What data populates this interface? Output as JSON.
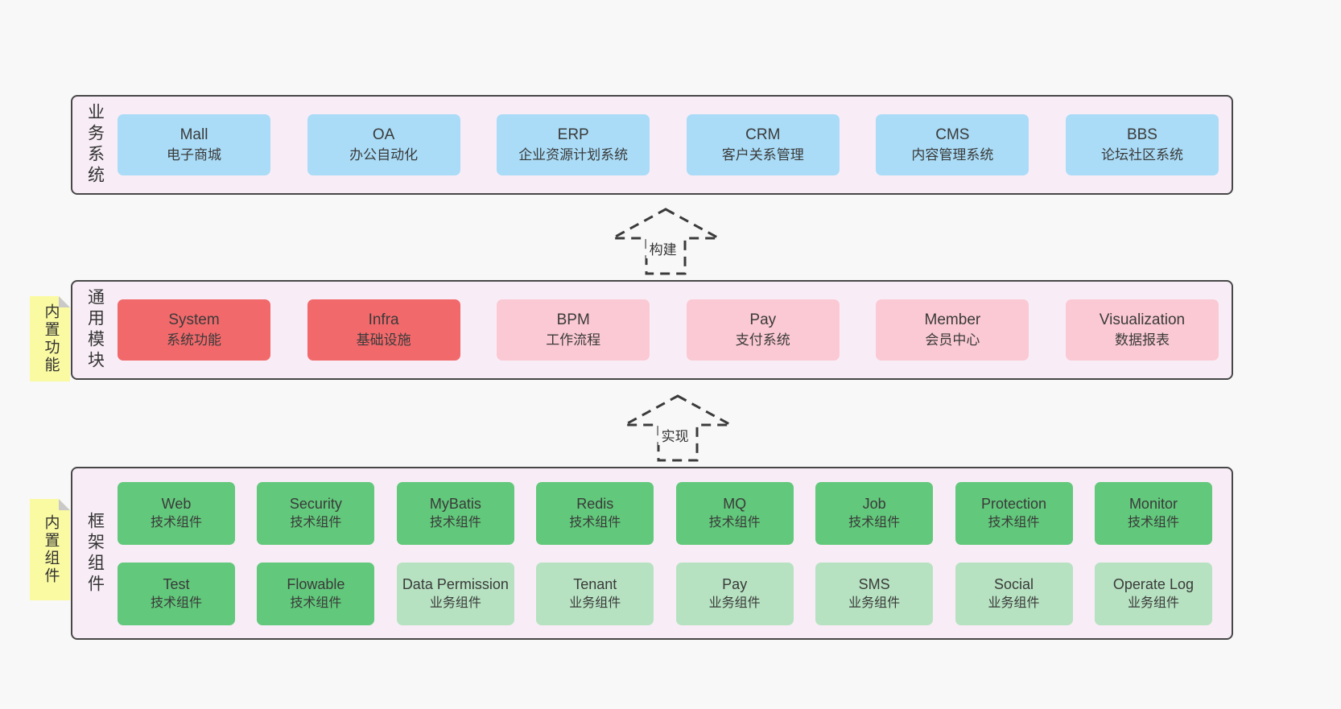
{
  "colors": {
    "page_bg": "#f8f8f8",
    "panel_bg": "#f8edf6",
    "panel_border": "#474747",
    "blue": "#aadcf7",
    "red": "#f2696b",
    "pink": "#fbc9d3",
    "green_dark": "#62c87b",
    "green_light": "#b6e2c1",
    "sticky_yellow": "#fafaa2",
    "sticky_fold": "#c9c9c9",
    "text": "#3a3a3a"
  },
  "layers": {
    "business": {
      "label": "业务系统",
      "boxes": [
        {
          "en": "Mall",
          "zh": "电子商城"
        },
        {
          "en": "OA",
          "zh": "办公自动化"
        },
        {
          "en": "ERP",
          "zh": "企业资源计划系统"
        },
        {
          "en": "CRM",
          "zh": "客户关系管理"
        },
        {
          "en": "CMS",
          "zh": "内容管理系统"
        },
        {
          "en": "BBS",
          "zh": "论坛社区系统"
        }
      ]
    },
    "modules": {
      "label": "通用模块",
      "sticky": "内置功能",
      "boxes": [
        {
          "en": "System",
          "zh": "系统功能",
          "variant": "red"
        },
        {
          "en": "Infra",
          "zh": "基础设施",
          "variant": "red"
        },
        {
          "en": "BPM",
          "zh": "工作流程",
          "variant": "pink"
        },
        {
          "en": "Pay",
          "zh": "支付系统",
          "variant": "pink"
        },
        {
          "en": "Member",
          "zh": "会员中心",
          "variant": "pink"
        },
        {
          "en": "Visualization",
          "zh": "数据报表",
          "variant": "pink"
        }
      ]
    },
    "components": {
      "label": "框架组件",
      "sticky": "内置组件",
      "row1": [
        {
          "en": "Web",
          "zh": "技术组件",
          "variant": "green-dark"
        },
        {
          "en": "Security",
          "zh": "技术组件",
          "variant": "green-dark"
        },
        {
          "en": "MyBatis",
          "zh": "技术组件",
          "variant": "green-dark"
        },
        {
          "en": "Redis",
          "zh": "技术组件",
          "variant": "green-dark"
        },
        {
          "en": "MQ",
          "zh": "技术组件",
          "variant": "green-dark"
        },
        {
          "en": "Job",
          "zh": "技术组件",
          "variant": "green-dark"
        },
        {
          "en": "Protection",
          "zh": "技术组件",
          "variant": "green-dark"
        },
        {
          "en": "Monitor",
          "zh": "技术组件",
          "variant": "green-dark"
        }
      ],
      "row2": [
        {
          "en": "Test",
          "zh": "技术组件",
          "variant": "green-dark"
        },
        {
          "en": "Flowable",
          "zh": "技术组件",
          "variant": "green-dark"
        },
        {
          "en": "Data Permission",
          "zh": "业务组件",
          "variant": "green-light"
        },
        {
          "en": "Tenant",
          "zh": "业务组件",
          "variant": "green-light"
        },
        {
          "en": "Pay",
          "zh": "业务组件",
          "variant": "green-light"
        },
        {
          "en": "SMS",
          "zh": "业务组件",
          "variant": "green-light"
        },
        {
          "en": "Social",
          "zh": "业务组件",
          "variant": "green-light"
        },
        {
          "en": "Operate Log",
          "zh": "业务组件",
          "variant": "green-light"
        }
      ]
    }
  },
  "arrows": {
    "build": {
      "label": "构建"
    },
    "implement": {
      "label": "实现"
    }
  }
}
